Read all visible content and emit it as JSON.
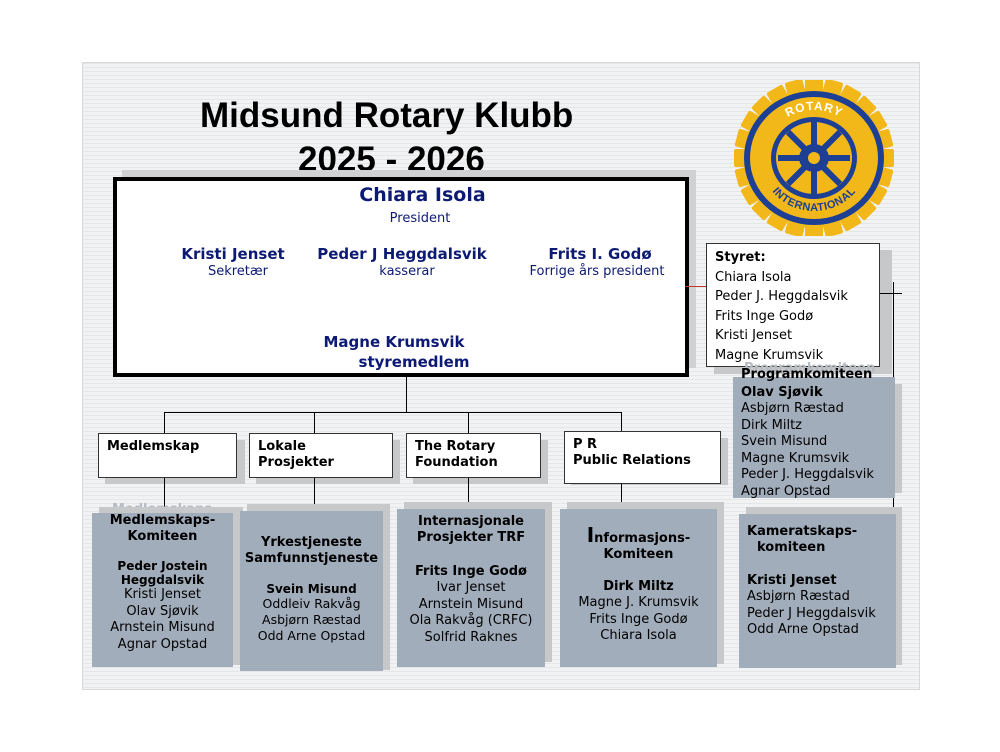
{
  "title": {
    "line1": "Midsund Rotary Klubb",
    "line2": "2025 - 2026"
  },
  "logo": {
    "text_top": "ROTARY",
    "text_bottom": "INTERNATIONAL",
    "color_gold": "#f2b81a",
    "color_blue": "#1d3f94"
  },
  "board": {
    "president": {
      "name": "Chiara Isola",
      "role": "President"
    },
    "secretary": {
      "name": "Kristi Jenset",
      "role": "Sekretær"
    },
    "treasurer": {
      "name": "Peder J Heggdalsvik",
      "role": "kasserar"
    },
    "past_president": {
      "name": "Frits I. Godø",
      "role": "Forrige års president"
    },
    "member": {
      "name": "Magne Krumsvik",
      "role": "styremedlem"
    }
  },
  "styret": {
    "heading": "Styret:",
    "members": [
      "Chiara Isola",
      "Peder J. Heggdalsvik",
      "Frits Inge Godø",
      "Kristi Jenset",
      "Magne Krumsvik"
    ]
  },
  "org_boxes": {
    "medlemskap": "Medlemskap",
    "lokale": "Lokale\nProsjekter",
    "rotary_foundation": "The Rotary\nFoundation",
    "pr": "P R\nPublic Relations"
  },
  "committees": {
    "programkomiteen": {
      "ghost": "Programkomiteen",
      "heading": "Programkomiteen",
      "leader": "Olav Sjøvik",
      "members": [
        "Asbjørn Ræstad",
        "Dirk Miltz",
        "Svein Misund",
        "Magne Krumsvik",
        "Peder J. Heggdalsvik",
        "Agnar Opstad"
      ]
    },
    "medlemskaps": {
      "ghost": "Medlemskaps-",
      "heading_line1": "Medlemskaps-",
      "heading_line2": "Komiteen",
      "leader_line1": "Peder Jostein",
      "leader_line2": "Heggdalsvik",
      "members": [
        "Kristi Jenset",
        "Olav Sjøvik",
        "Arnstein Misund",
        "Agnar Opstad"
      ]
    },
    "yrkes": {
      "heading_line1": "Yrkestjeneste",
      "heading_line2": "Samfunnstjeneste",
      "leader": "Svein Misund",
      "members": [
        "Oddleiv Rakvåg",
        "Asbjørn Ræstad",
        "Odd Arne Opstad"
      ]
    },
    "internasjonale": {
      "heading_line1": "Internasjonale",
      "heading_line2": "Prosjekter TRF",
      "leader": "Frits Inge Godø",
      "members": [
        "Ivar Jenset",
        "Arnstein Misund",
        "Ola Rakvåg (CRFC)",
        "Solfrid Raknes"
      ]
    },
    "informasjons": {
      "heading_first": "I",
      "heading_rest": "nformasjons-",
      "heading_line2": "Komiteen",
      "leader": "Dirk Miltz",
      "members": [
        "Magne J. Krumsvik",
        "Frits Inge Godø",
        "Chiara Isola"
      ]
    },
    "kameratskaps": {
      "heading_line1": "Kameratskaps-",
      "heading_line2": "komiteen",
      "leader": "Kristi Jenset",
      "members": [
        "Asbjørn Ræstad",
        "Peder J Heggdalsvik",
        "Odd Arne Opstad"
      ]
    }
  }
}
